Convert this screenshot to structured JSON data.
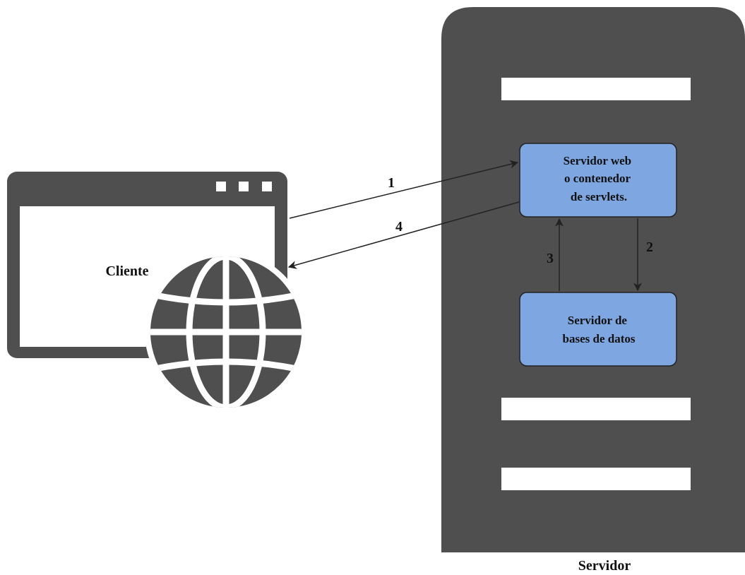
{
  "colors": {
    "device": "#4f4f4f",
    "node_fill": "#7ea6e0",
    "node_stroke": "#222222",
    "arrow": "#222222",
    "slot": "#ffffff"
  },
  "client": {
    "label": "Cliente",
    "icon": "globe-icon"
  },
  "server": {
    "label": "Servidor",
    "nodes": {
      "web": {
        "lines": [
          "Servidor web",
          "o contenedor",
          "de servlets."
        ]
      },
      "db": {
        "lines": [
          "Servidor de",
          "bases de datos"
        ]
      }
    }
  },
  "steps": {
    "s1": "1",
    "s2": "2",
    "s3": "3",
    "s4": "4"
  }
}
